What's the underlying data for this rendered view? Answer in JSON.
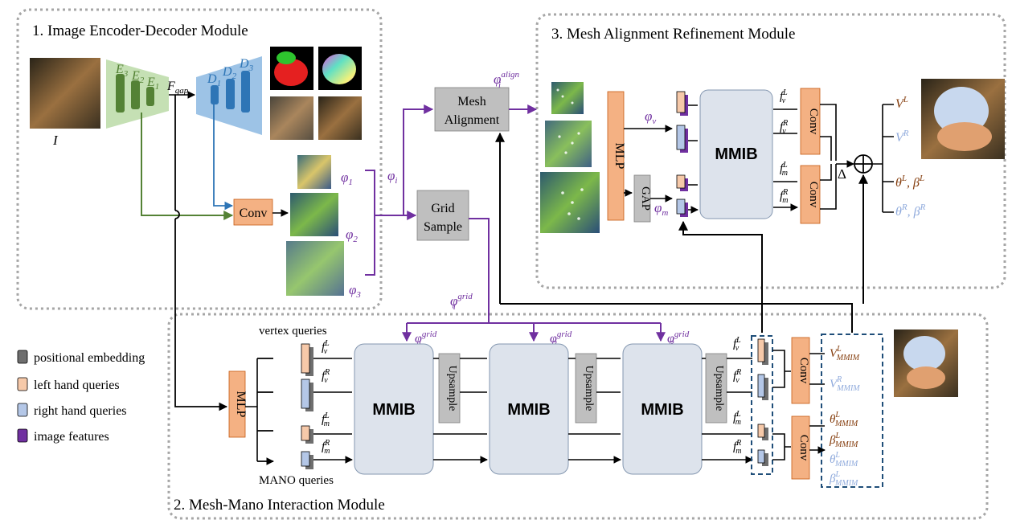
{
  "modules": {
    "m1_title": "1. Image Encoder-Decoder Module",
    "m2_title": "2. Mesh-Mano Interaction Module",
    "m3_title": "3. Mesh Alignment Refinement Module"
  },
  "encoder": {
    "e3": "E",
    "e3_sub": "3",
    "e2": "E",
    "e2_sub": "2",
    "e1": "E",
    "e1_sub": "1",
    "d1": "D",
    "d1_sub": "1",
    "d2": "D",
    "d2_sub": "2",
    "d3": "D",
    "d3_sub": "3",
    "fgap": "F",
    "fgap_sub": "gap",
    "input_label": "I"
  },
  "blocks": {
    "conv": "Conv",
    "mesh_alignment_line1": "Mesh",
    "mesh_alignment_line2": "Alignment",
    "grid_sample_line1": "Grid",
    "grid_sample_line2": "Sample",
    "mlp": "MLP",
    "gap": "GAP",
    "mmib": "MMIB",
    "upsample": "Upsample"
  },
  "features": {
    "phi": "φ",
    "phi1_sub": "1",
    "phi2_sub": "2",
    "phi3_sub": "3",
    "phi_i_sub": "i",
    "phi_align_sup": "align",
    "phi_grid_sup": "grid",
    "phi_v_sub": "v",
    "phi_m_sub": "m"
  },
  "queries": {
    "vertex_queries": "vertex queries",
    "mano_queries": "MANO queries",
    "f": "f",
    "v_sub": "v",
    "m_sub": "m",
    "L": "L",
    "R": "R"
  },
  "outputs": {
    "V": "V",
    "theta": "θ",
    "beta": "β",
    "mmim_sub": "MMIM",
    "L": "L",
    "R": "R",
    "delta": "Δ",
    "plus": "⊕"
  },
  "legend": {
    "items": [
      {
        "label": "positional embedding",
        "color": "#6e6e6e"
      },
      {
        "label": "left hand queries",
        "color": "#f6c9a9"
      },
      {
        "label": "right hand queries",
        "color": "#b4c7e7"
      },
      {
        "label": "image features",
        "color": "#7030a0"
      }
    ]
  },
  "colors": {
    "purple": "#7030a0",
    "green": "#548235",
    "blue": "#2e75b6",
    "orange_block": "#f4b183",
    "left_hand": "#843c0c",
    "right_hand": "#8faadc"
  }
}
